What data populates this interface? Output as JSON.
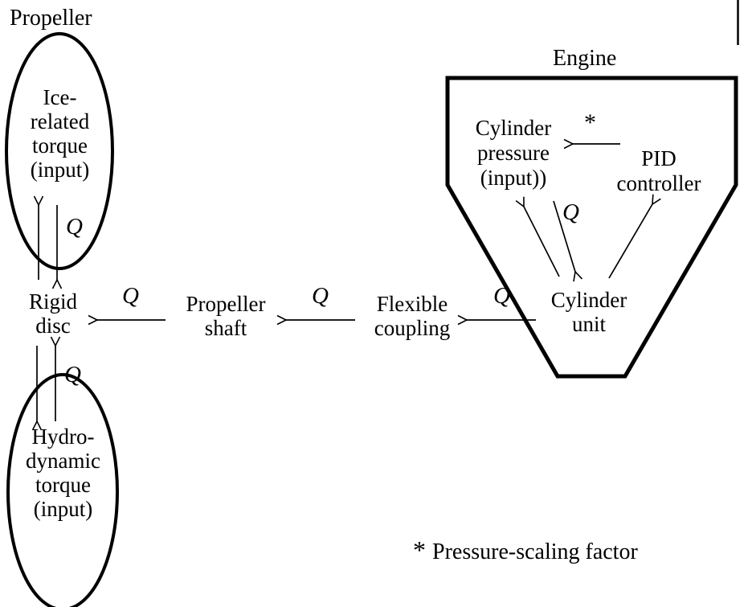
{
  "labels": {
    "propeller": "Propeller",
    "engine": "Engine",
    "torque_symbol": "Q",
    "asterisk": "*",
    "footnote": "Pressure-scaling factor"
  },
  "nodes": {
    "ice_torque": [
      "Ice-",
      "related",
      "torque",
      "(input)"
    ],
    "rigid_disc": [
      "Rigid",
      "disc"
    ],
    "hydro_torque": [
      "Hydro-",
      "dynamic",
      "torque",
      "(input)"
    ],
    "propeller_shaft": [
      "Propeller",
      "shaft"
    ],
    "flexible_coupling": [
      "Flexible",
      "coupling"
    ],
    "cylinder_unit": [
      "Cylinder",
      "unit"
    ],
    "cylinder_pressure": [
      "Cylinder",
      "pressure",
      "(input))"
    ],
    "pid_controller": [
      "PID",
      "controller"
    ]
  },
  "colors": {
    "ink": "#000000",
    "background": "#ffffff"
  }
}
